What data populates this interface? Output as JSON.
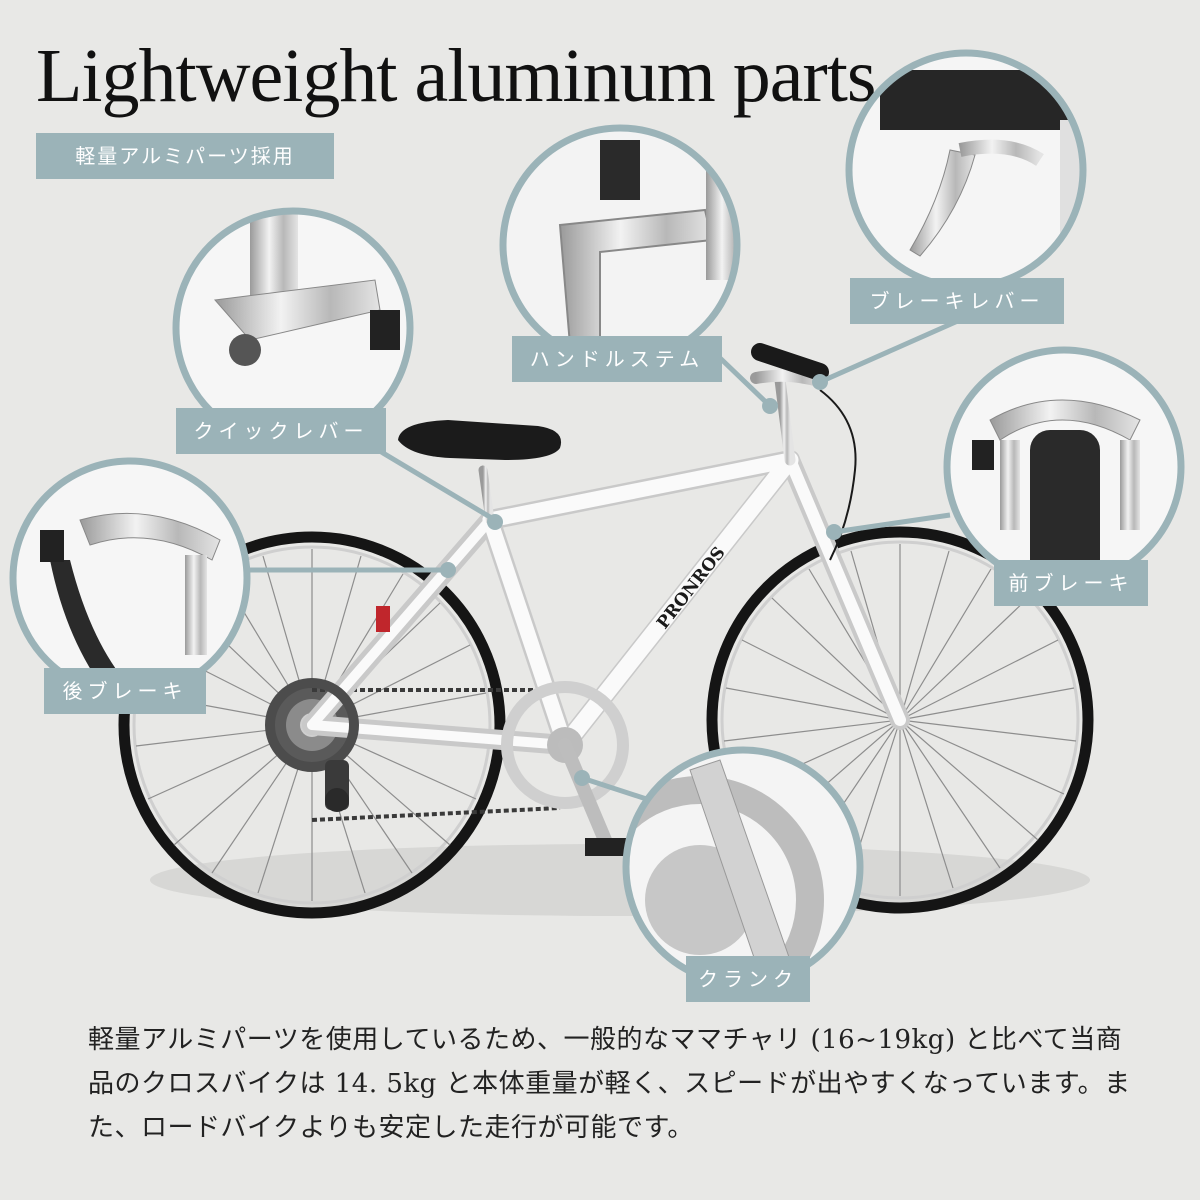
{
  "header": {
    "title": "Lightweight aluminum parts",
    "subtitle": "軽量アルミパーツ採用"
  },
  "parts": [
    {
      "label": "ハンドルステム",
      "icon": "handle-stem-photo"
    },
    {
      "label": "ブレーキレバー",
      "icon": "brake-lever-photo"
    },
    {
      "label": "クイックレバー",
      "icon": "quick-lever-photo"
    },
    {
      "label": "前ブレーキ",
      "icon": "front-brake-photo"
    },
    {
      "label": "後ブレーキ",
      "icon": "rear-brake-photo"
    },
    {
      "label": "クランク",
      "icon": "crank-photo"
    }
  ],
  "bike": {
    "brand": "PRONROS"
  },
  "description": {
    "text": "軽量アルミパーツを使用しているため、一般的なママチャリ (16~19kg) と比べて当商品のクロスバイクは 14. 5kg と本体重量が軽く、スピードが出やすくなっています。また、ロードバイクよりも安定した走行が可能です。"
  },
  "colors": {
    "accent": "#9bb3b8",
    "background": "#e8e8e6",
    "text": "#1c1c1c"
  }
}
